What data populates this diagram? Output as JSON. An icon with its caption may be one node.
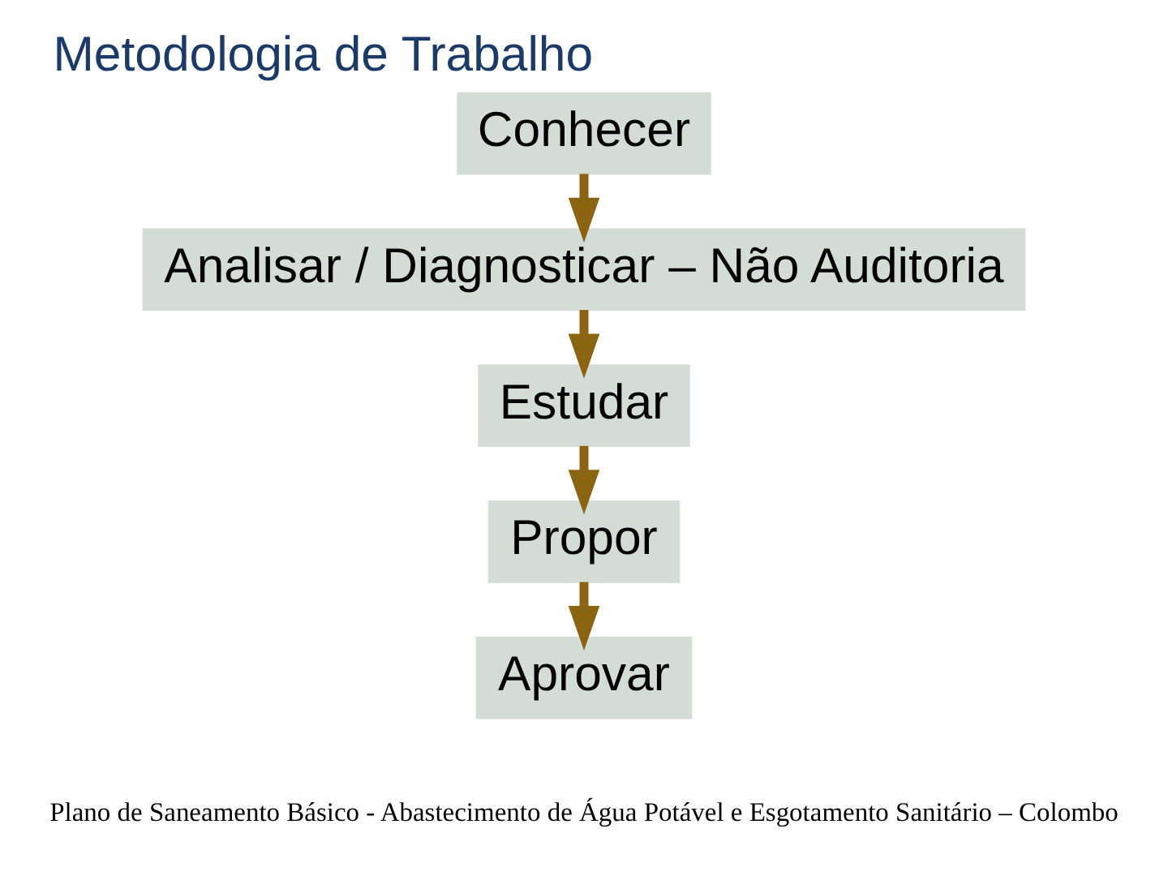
{
  "diagram": {
    "title": "Metodologia de Trabalho",
    "nodes": [
      {
        "text": [
          "Conhecer"
        ]
      },
      {
        "text": [
          "Analisar / Diagnosticar – Não Auditoria"
        ]
      },
      {
        "text": [
          "Estudar"
        ]
      },
      {
        "text": [
          "Propor"
        ]
      },
      {
        "text": [
          "Aprovar"
        ]
      }
    ],
    "edges": [
      {
        "from": 0,
        "to": 1,
        "arrow": "to"
      },
      {
        "from": 1,
        "to": 2,
        "arrow": "to"
      },
      {
        "from": 2,
        "to": 3,
        "arrow": "to"
      },
      {
        "from": 3,
        "to": 4,
        "arrow": "to"
      }
    ],
    "labels": [
      "Plano de Saneamento Básico - Abastecimento de Água Potável e Esgotamento Sanitário – Colombo"
    ]
  }
}
